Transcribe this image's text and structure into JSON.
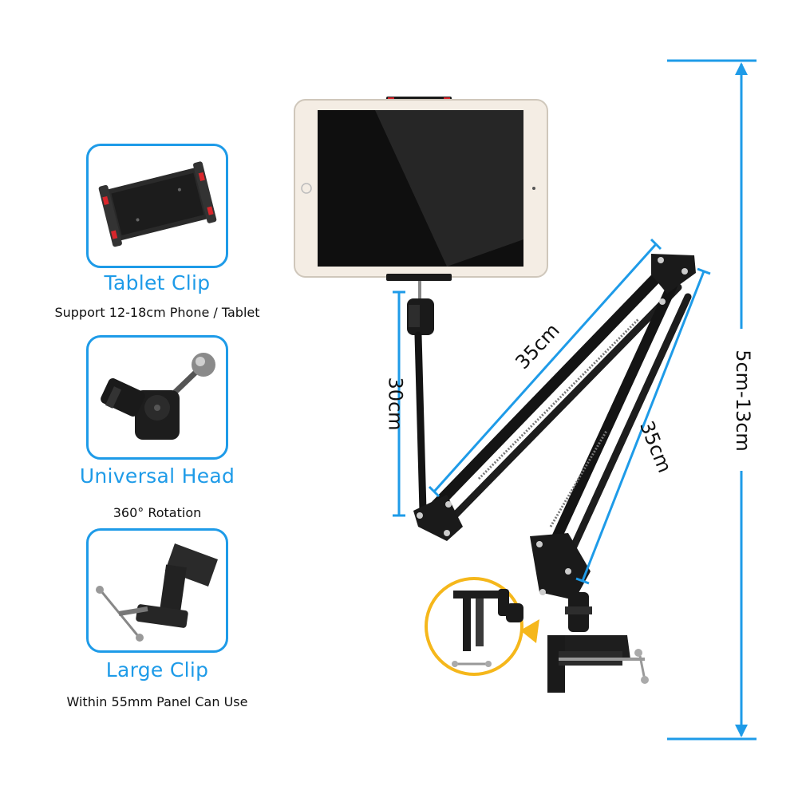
{
  "features": [
    {
      "title": "Tablet Clip",
      "description": "Support 12-18cm Phone / Tablet",
      "icon": "tablet-clip-icon"
    },
    {
      "title": "Universal Head",
      "description": "360° Rotation",
      "icon": "universal-head-icon"
    },
    {
      "title": "Large Clip",
      "description": "Within 55mm Panel Can Use",
      "icon": "large-clip-icon"
    }
  ],
  "dimensions": {
    "pole": "30cm",
    "upper_arm": "35cm",
    "lower_arm": "35cm",
    "height_range": "5cm-13cm"
  },
  "colors": {
    "accent": "#1e9be8",
    "callout": "#f5b71b",
    "product": "#1a1a1a"
  }
}
